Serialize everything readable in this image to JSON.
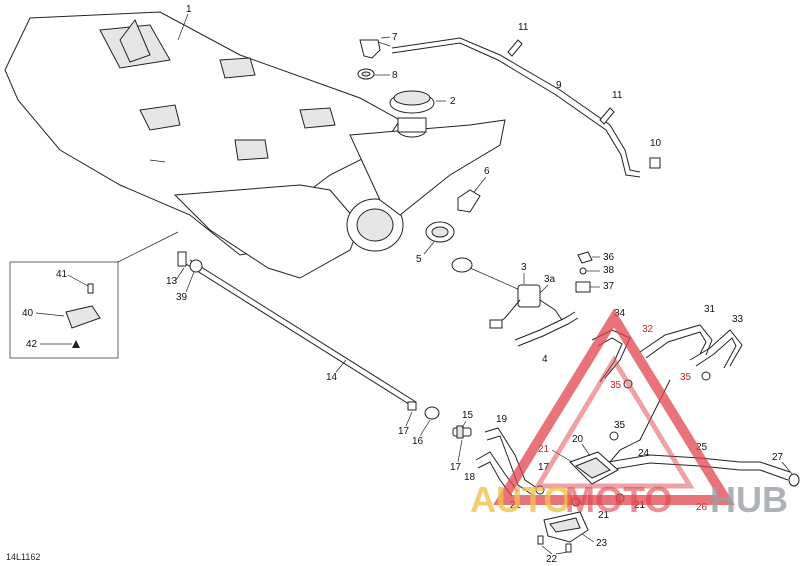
{
  "diagram": {
    "code": "14L1162",
    "callouts": {
      "c1": "1",
      "c2": "2",
      "c3": "3",
      "c3a": "3a",
      "c4": "4",
      "c5": "5",
      "c6": "6",
      "c7": "7",
      "c8": "8",
      "c9": "9",
      "c10": "10",
      "c11a": "11",
      "c11b": "11",
      "c13": "13",
      "c14": "14",
      "c15": "15",
      "c16": "16",
      "c17a": "17",
      "c17b": "17",
      "c17c": "17",
      "c18": "18",
      "c19": "19",
      "c20": "20",
      "c21a": "21",
      "c21b": "21",
      "c21c": "21",
      "c21d": "21",
      "c22": "22",
      "c23": "23",
      "c24": "24",
      "c25": "25",
      "c26": "26",
      "c27": "27",
      "c31": "31",
      "c32": "32",
      "c33": "33",
      "c34": "34",
      "c35a": "35",
      "c35b": "35",
      "c35c": "35",
      "c36": "36",
      "c37": "37",
      "c38": "38",
      "c39": "39",
      "c40": "40",
      "c41": "41",
      "c42": "42"
    }
  },
  "watermark": {
    "text_auto": "AUTO",
    "text_moto": "MOTO",
    "text_hub": "HUB",
    "color_triangle": "#e0444c",
    "color_auto": "#f2c14e",
    "color_hub": "#9aa0a6"
  }
}
